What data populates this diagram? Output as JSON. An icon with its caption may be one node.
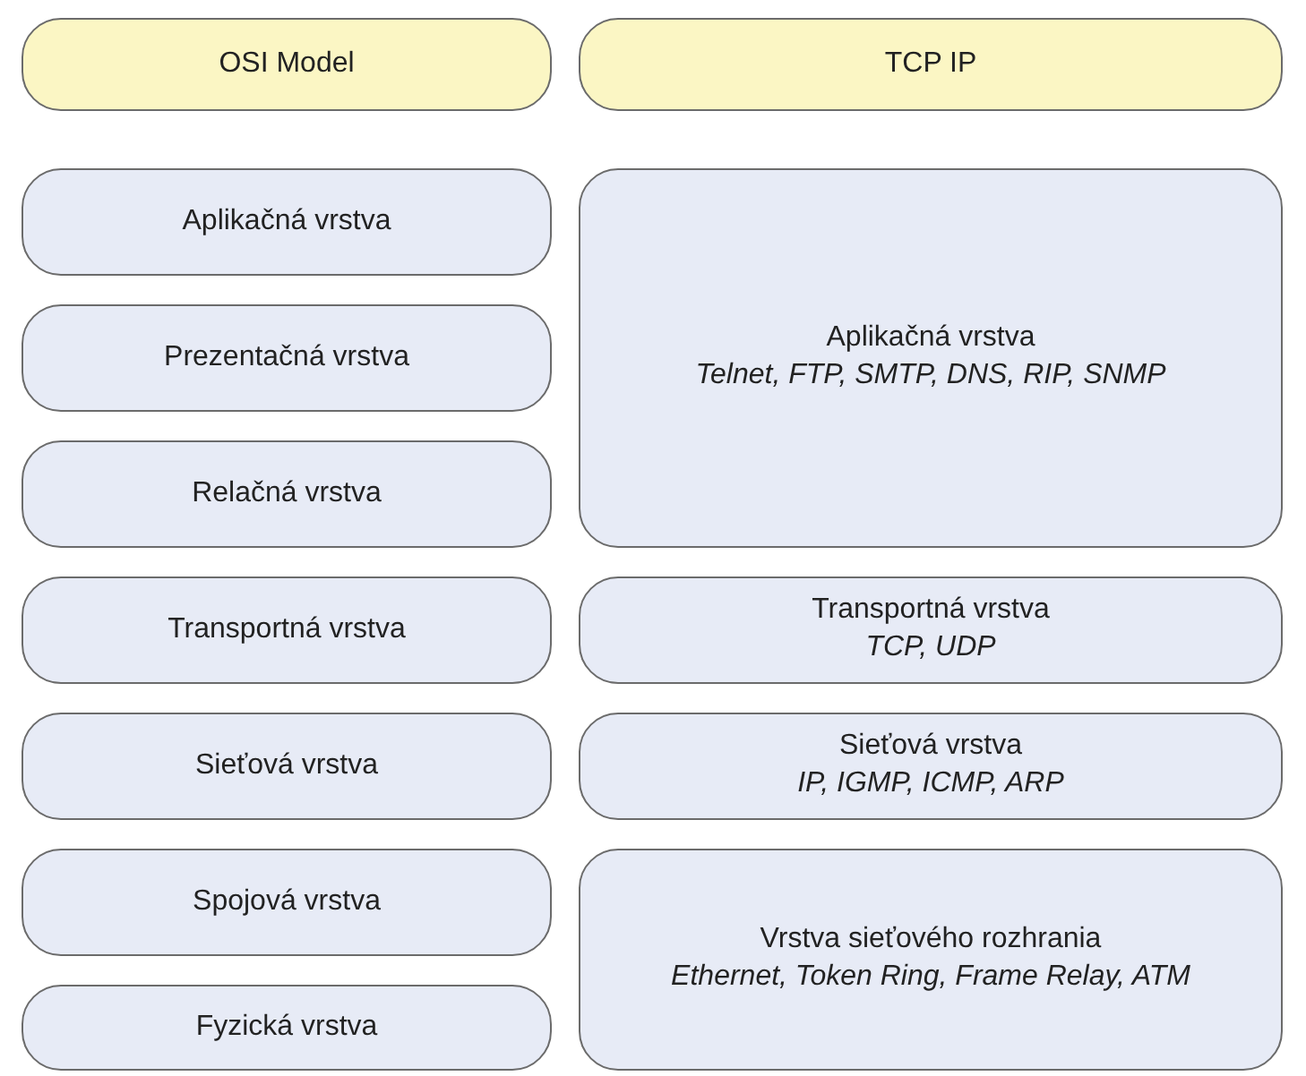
{
  "diagram": {
    "nodes": [
      {
        "text": [
          "OSI Model"
        ]
      },
      {
        "text": [
          "TCP IP"
        ]
      },
      {
        "text": [
          "Aplikačná vrstva"
        ]
      },
      {
        "text": [
          "Aplikačná vrstva",
          "Telnet, FTP, SMTP, DNS, RIP, SNMP"
        ]
      },
      {
        "text": [
          "Prezentačná vrstva"
        ]
      },
      {
        "text": [
          "Relačná vrstva"
        ]
      },
      {
        "text": [
          "Transportná vrstva"
        ]
      },
      {
        "text": [
          "Transportná vrstva",
          "TCP, UDP"
        ]
      },
      {
        "text": [
          "Sieťová vrstva"
        ]
      },
      {
        "text": [
          "Sieťová vrstva",
          "IP, IGMP, ICMP, ARP"
        ]
      },
      {
        "text": [
          "Spojová vrstva"
        ]
      },
      {
        "text": [
          "Vrstva sieťového rozhrania",
          "Ethernet, Token Ring, Frame Relay, ATM"
        ]
      },
      {
        "text": [
          "Fyzická vrstva"
        ]
      }
    ]
  }
}
